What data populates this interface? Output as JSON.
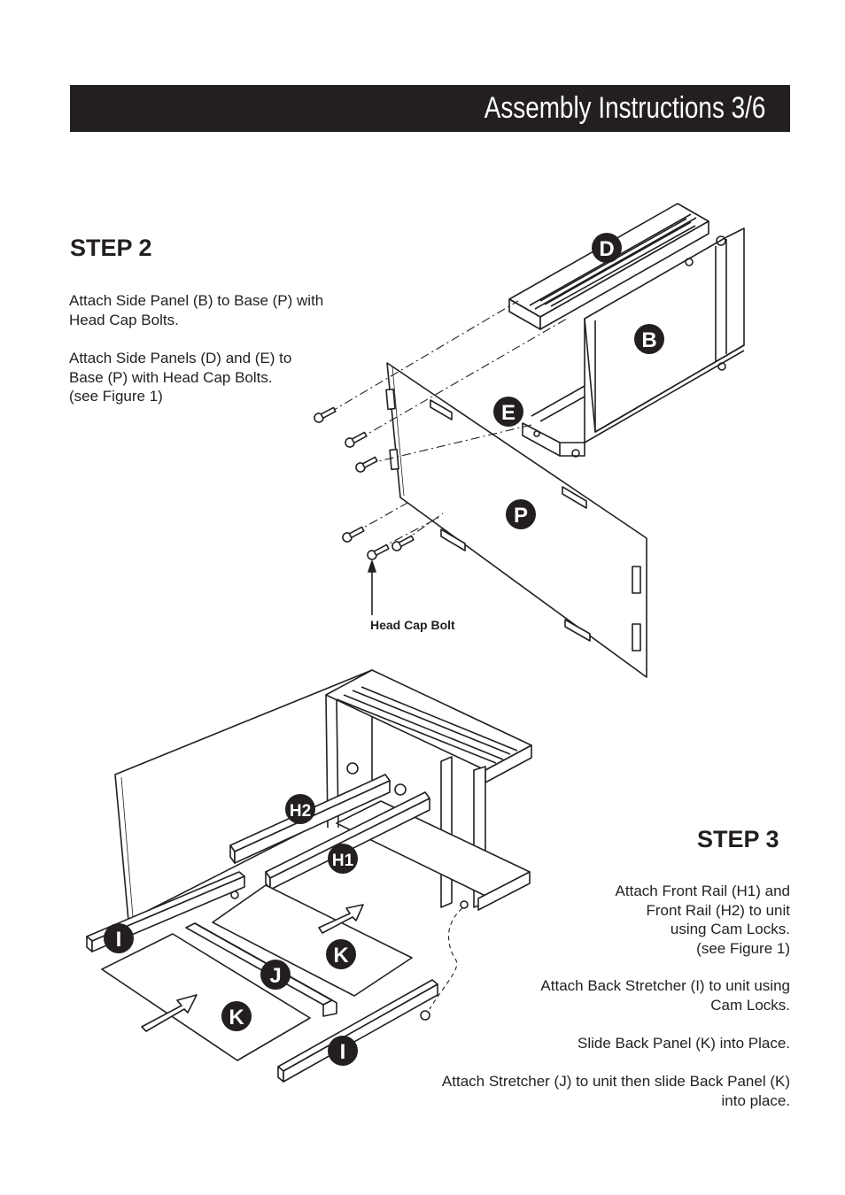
{
  "header": {
    "title": "Assembly Instructions 3/6"
  },
  "step2": {
    "title": "STEP 2",
    "para1": [
      "Attach Side Panel (B) to Base (P) with",
      "Head Cap Bolts."
    ],
    "para2": [
      "Attach Side Panels (D) and (E) to",
      "Base (P) with Head Cap Bolts.",
      "(see Figure 1)"
    ],
    "bolt_label": "Head Cap Bolt",
    "callouts": {
      "d": "D",
      "b": "B",
      "e": "E",
      "p": "P"
    }
  },
  "step3": {
    "title": "STEP 3",
    "para1": [
      "Attach Front Rail (H1) and",
      "Front Rail (H2) to unit",
      "using Cam Locks.",
      "(see Figure 1)"
    ],
    "para2": [
      "Attach Back Stretcher (I) to unit using",
      "Cam Locks."
    ],
    "para3": [
      "Slide Back Panel (K) into Place."
    ],
    "para4": [
      "Attach Stretcher (J) to unit then slide Back Panel (K)",
      "into place."
    ],
    "callouts": {
      "h2": "H2",
      "h1": "H1",
      "i1": "I",
      "i2": "I",
      "k1": "K",
      "k2": "K",
      "j": "J"
    }
  },
  "colors": {
    "ink": "#231f20",
    "paper": "#ffffff"
  }
}
